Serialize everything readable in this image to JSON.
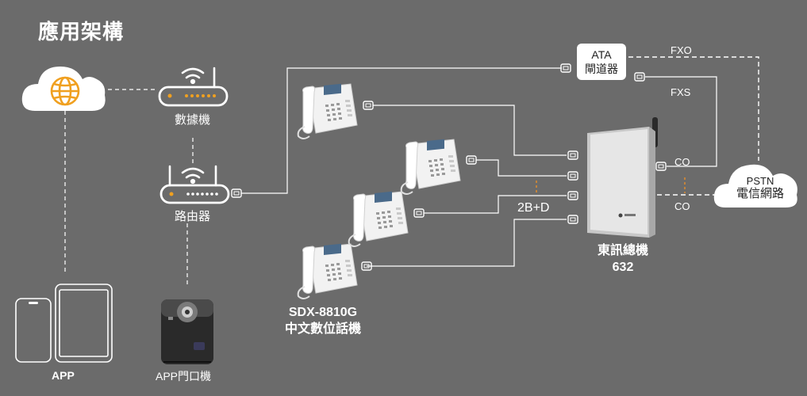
{
  "title": "應用架構",
  "labels": {
    "modem": "數據機",
    "router": "路由器",
    "app": "APP",
    "door": "APP門口機",
    "phone_model": "SDX-8810G",
    "phone_desc": "中文數位話機",
    "pbx_name": "東訊總機",
    "pbx_model": "632",
    "trunk": "2B+D",
    "fxo": "FXO",
    "fxs": "FXS",
    "co1": "CO",
    "co2": "CO"
  },
  "ata": {
    "line1": "ATA",
    "line2": "閘道器"
  },
  "pstn": {
    "line1": "PSTN",
    "line2": "電信網路"
  },
  "colors": {
    "background": "#6b6b6b",
    "cloud": "#ffffff",
    "globe": "#f0a020",
    "led": "#f0a020",
    "line": "#ffffff",
    "accent_tick": "#e8902a"
  },
  "icons": [
    "globe-icon",
    "wifi-icon",
    "phone-icon",
    "jack-icon",
    "door-camera-icon",
    "smartphone-icon",
    "tablet-icon"
  ]
}
